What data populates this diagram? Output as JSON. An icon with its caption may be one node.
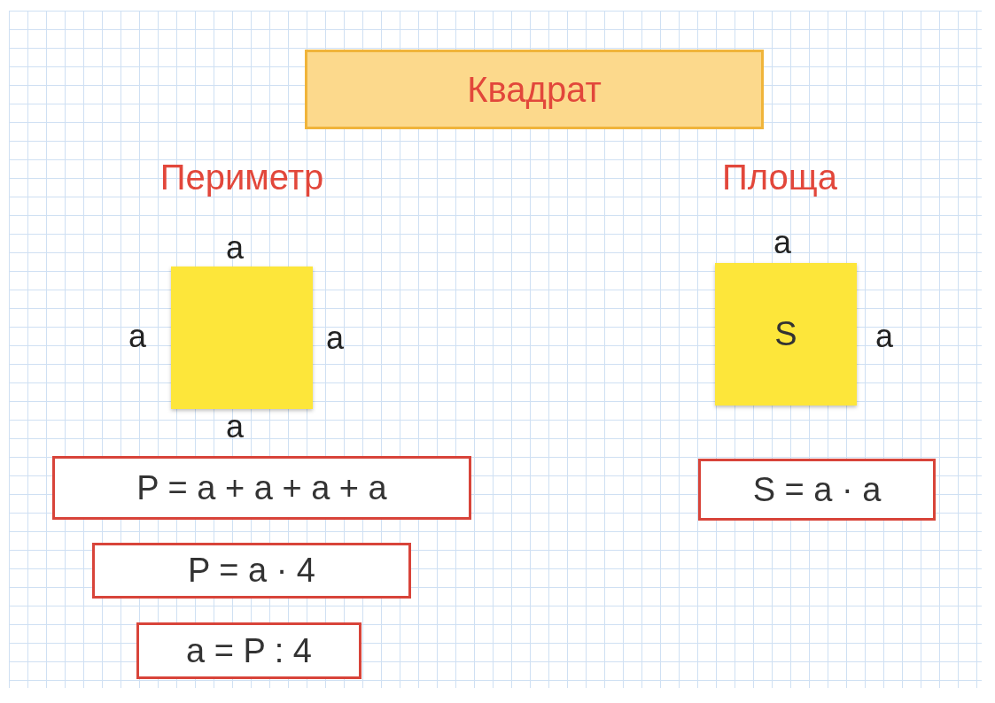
{
  "diagram": {
    "nodes": [
      {
        "text": [
          "Квадрат"
        ]
      },
      {
        "text": [],
        "shape": "box",
        "beside": [
          "a",
          "a",
          "a",
          "a"
        ]
      },
      {
        "text": [
          "S"
        ],
        "beside": [
          "a",
          "a"
        ]
      },
      {
        "text": [
          "P = a + a + a + a"
        ]
      },
      {
        "text": [
          "P = a · 4"
        ]
      },
      {
        "text": [
          "a = P : 4"
        ]
      },
      {
        "text": [
          "S = a · a"
        ]
      }
    ],
    "labels": [
      "Периметр",
      "Площа"
    ]
  }
}
